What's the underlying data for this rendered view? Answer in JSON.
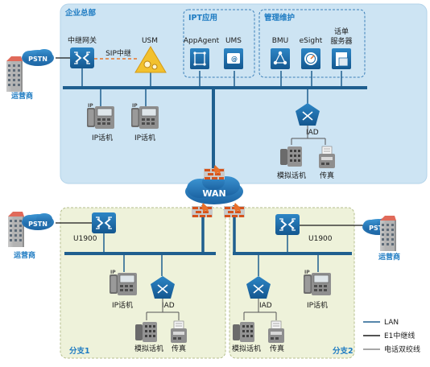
{
  "hq": {
    "title": "企业总部"
  },
  "ipt": {
    "title": "IPT应用",
    "appagent": "AppAgent",
    "ums": "UMS"
  },
  "mgmt": {
    "title": "管理维护",
    "bmu": "BMU",
    "esight": "eSight",
    "bill_line1": "话单",
    "bill_line2": "服务器"
  },
  "trunk_gw": "中继网关",
  "usm": "USM",
  "sip_trunk": "SIP中继",
  "pstn": "PSTN",
  "carrier": "运营商",
  "ip_phone": "IP话机",
  "iad": "IAD",
  "analog_phone": "模拟话机",
  "fax": "传真",
  "wan": "WAN",
  "u1900": "U1900",
  "branch1": "分支1",
  "branch2": "分支2",
  "legend": {
    "lan": "LAN",
    "e1": "E1中继线",
    "phone": "电话双绞线"
  },
  "colors": {
    "hq_bg": "#cde4f3",
    "branch_bg": "#eef2da",
    "device_blue": "#1a6aa6",
    "network_blue": "#1f5f8f",
    "title_blue": "#1e7bc2",
    "firewall": "#d9541e",
    "usm_yellow": "#f2c12e",
    "sip_dash": "#e8742a"
  }
}
